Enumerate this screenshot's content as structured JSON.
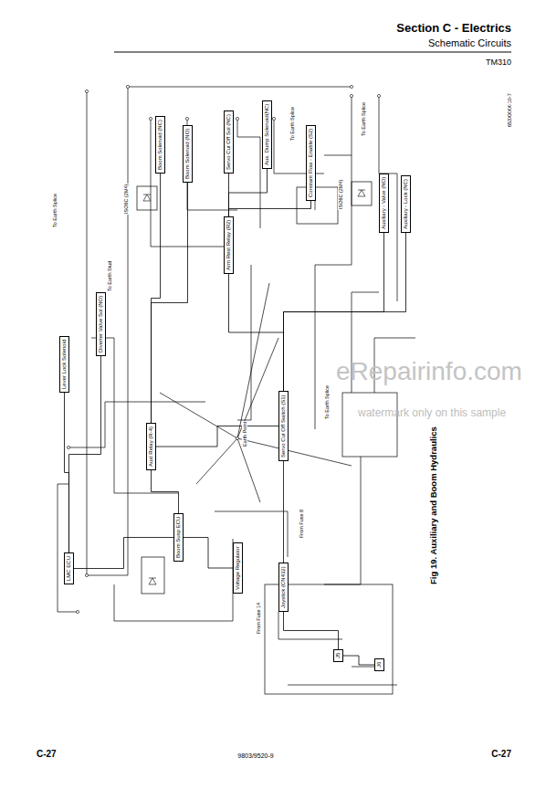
{
  "diagram": {
    "title": "Section C - Electrics",
    "caption": "Fig 19. Auxiliary and Boom Hydraulics",
    "nodes": [
      {
        "text": [
          "LMC ECU"
        ]
      },
      {
        "text": [
          "Boom Susp ECU"
        ]
      },
      {
        "text": [
          "Voltage Regulator"
        ]
      },
      {
        "text": [
          "Auxl Relay (R-4)"
        ]
      },
      {
        "text": [
          "Servo Cut Off Switch (S1)"
        ]
      },
      {
        "text": [
          "Arm Rest Relay (R2)"
        ]
      },
      {
        "text": [
          "Constant Flow - Enable (S2)"
        ]
      },
      {
        "text": [
          "Diverter Valve Sol (NO)"
        ]
      },
      {
        "text": [
          "Lever Lock Solenoid"
        ]
      },
      {
        "text": [
          "Boom Solenoid (NC)"
        ]
      },
      {
        "text": [
          "Boom Solenoid (NO)"
        ]
      },
      {
        "text": [
          "Servo Cut Off Sol (NC)"
        ]
      },
      {
        "text": [
          "Aux. Dump Solenoid(NC)"
        ]
      },
      {
        "text": [
          "Auxiliary - Valve (NO)"
        ]
      },
      {
        "text": [
          "Auxiliary - Lock (NC)"
        ]
      },
      {
        "text": [
          "Joystick (CN432)"
        ]
      },
      {
        "text": [
          "J5"
        ]
      },
      {
        "text": [
          "J6"
        ]
      }
    ],
    "edges": [
      {
        "from": 0,
        "to": 1,
        "arrow": "none"
      },
      {
        "from": 1,
        "to": 2,
        "arrow": "none"
      },
      {
        "from": 1,
        "to": 3,
        "arrow": "none"
      },
      {
        "from": 3,
        "to": 4,
        "arrow": "none"
      },
      {
        "from": 4,
        "to": 5,
        "arrow": "none"
      },
      {
        "from": 5,
        "to": 6,
        "arrow": "none"
      },
      {
        "from": 0,
        "to": 7,
        "arrow": "none"
      },
      {
        "from": 0,
        "to": 8,
        "arrow": "none"
      },
      {
        "from": 3,
        "to": 9,
        "arrow": "none"
      },
      {
        "from": 3,
        "to": 10,
        "arrow": "none"
      },
      {
        "from": 5,
        "to": 11,
        "arrow": "none"
      },
      {
        "from": 5,
        "to": 12,
        "arrow": "none"
      },
      {
        "from": 4,
        "to": 13,
        "arrow": "none"
      },
      {
        "from": 4,
        "to": 14,
        "arrow": "none"
      },
      {
        "from": 15,
        "to": 4,
        "arrow": "none"
      },
      {
        "from": 15,
        "to": 16,
        "arrow": "none"
      },
      {
        "from": 16,
        "to": 17,
        "arrow": "none"
      }
    ],
    "labels": [
      "Schematic Circuits",
      "TM310",
      "C-27",
      "9803/9520-9",
      "C-27",
      "eRepairinfo.com",
      "watermark only on this sample",
      "653XXXX-10-7",
      "To Earth Splice",
      "To Earth Stud",
      "From Fuse 8",
      "From Fuse 14",
      "To Earth Splice",
      "To Earth Splice",
      "ISO6C (2M4)",
      "ISO6C (2M4)",
      "Earth Point",
      "To Earth Splice"
    ]
  }
}
